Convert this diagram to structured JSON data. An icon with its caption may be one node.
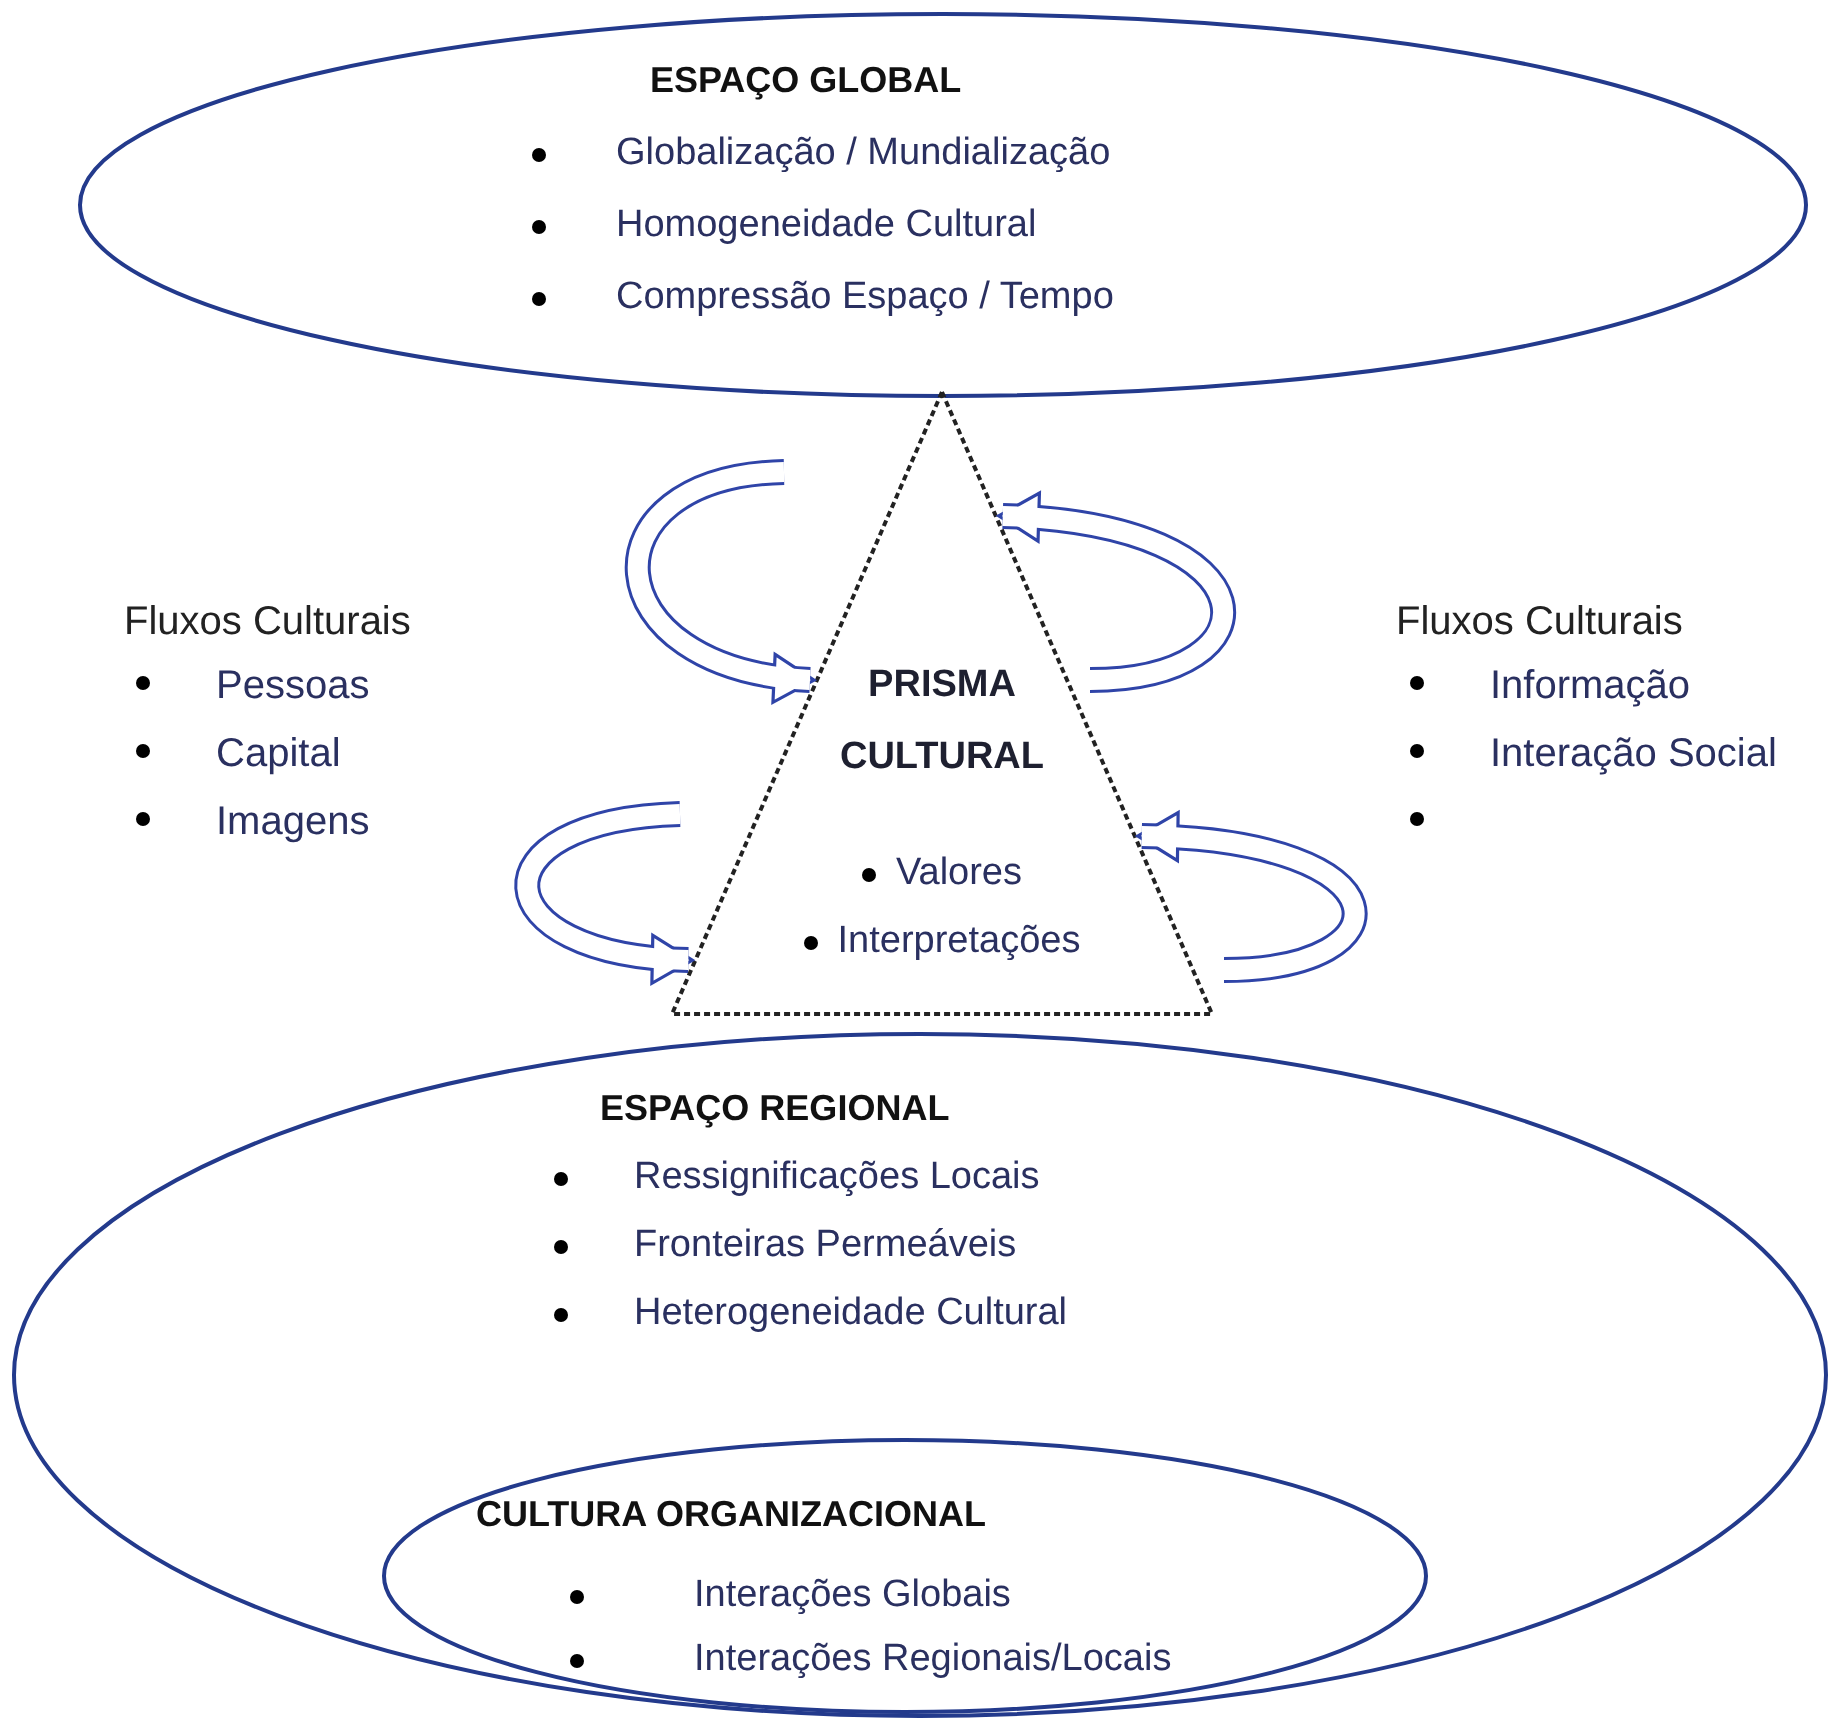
{
  "diagram": {
    "nodes": [
      {
        "text": [
          "ESPAÇO GLOBAL",
          "Globalização / Mundialização",
          "Homogeneidade Cultural",
          "Compressão Espaço / Tempo"
        ]
      },
      {
        "text": [
          "PRISMA CULTURAL",
          "Valores",
          "Interpretações"
        ]
      },
      {
        "text": [
          "ESPAÇO REGIONAL",
          "Ressignificações Locais",
          "Fronteiras Permeáveis",
          "Heterogeneidade Cultural"
        ]
      },
      {
        "text": [
          "CULTURA ORGANIZACIONAL",
          "Interações Globais",
          "Interações Regionais/Locais"
        ],
        "in": 2
      }
    ],
    "edges": [
      {
        "from": null,
        "to": 1,
        "arrow": "to"
      },
      {
        "from": null,
        "to": 1,
        "arrow": "to"
      },
      {
        "from": null,
        "to": 1,
        "arrow": "to"
      },
      {
        "from": null,
        "to": 1,
        "arrow": "to"
      }
    ],
    "labels": [
      "Fluxos Culturais",
      "Pessoas",
      "Capital",
      "Imagens",
      "Fluxos Culturais",
      "Informação",
      "Interação Social"
    ]
  }
}
